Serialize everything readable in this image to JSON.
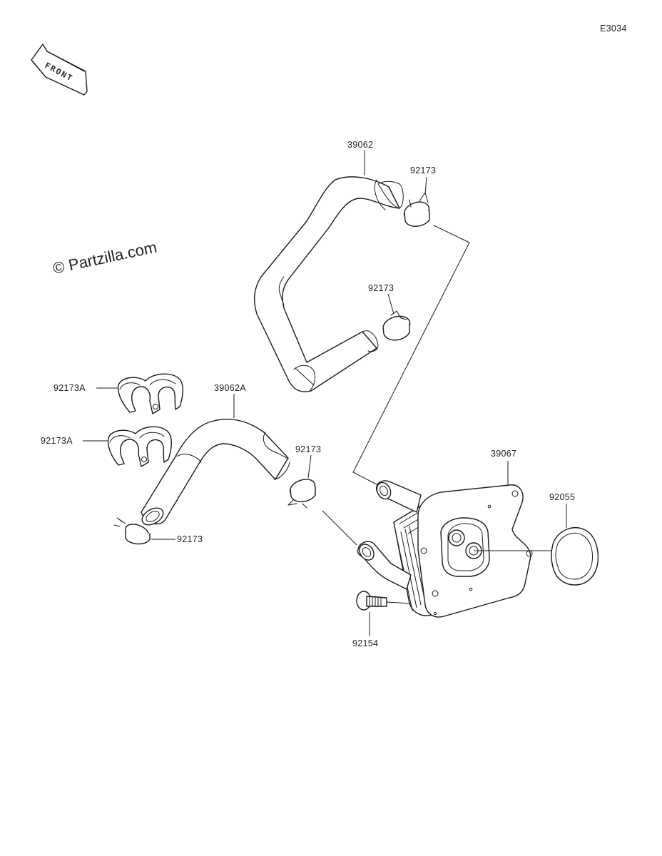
{
  "diagram": {
    "code": "E3034",
    "watermark": "© Partzilla.com",
    "front_badge": "FRONT",
    "labels": {
      "hose_upper": "39062",
      "clamp_upper_1": "92173",
      "clamp_upper_2": "92173",
      "clip_1": "92173A",
      "clip_2": "92173A",
      "hose_lower": "39062A",
      "clamp_mid": "92173",
      "clamp_bottom": "92173",
      "oil_cooler": "39067",
      "oring": "92055",
      "bolt": "92154"
    }
  }
}
